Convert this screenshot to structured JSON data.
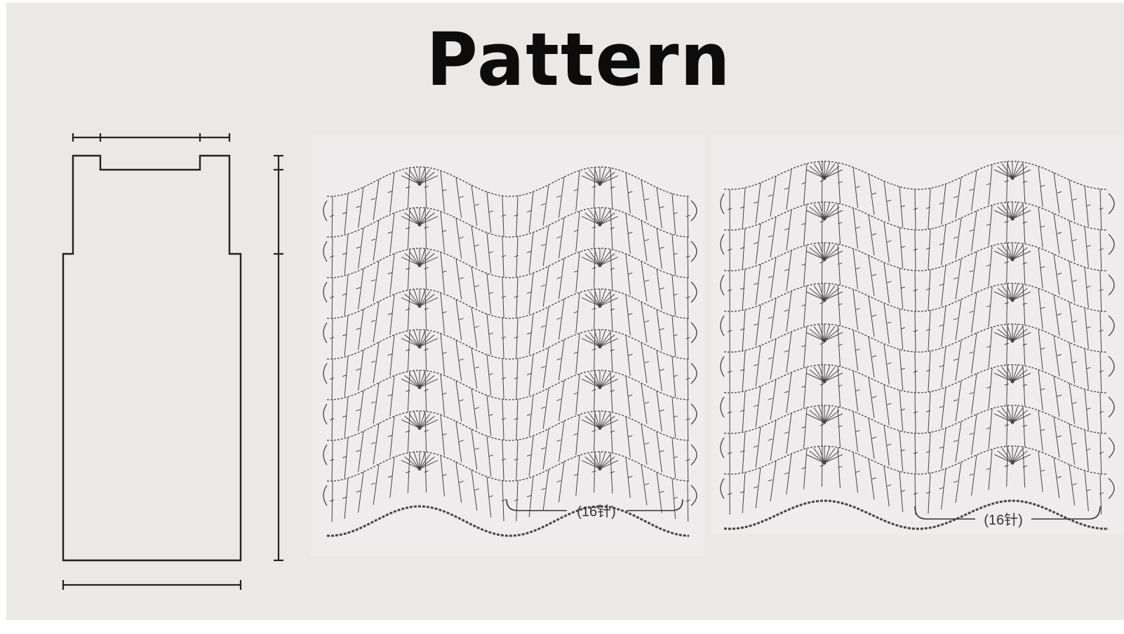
{
  "title": "Pattern",
  "charts": [
    {
      "repeat_label": "(16针)"
    },
    {
      "repeat_label": "(16针)"
    }
  ],
  "colors": {
    "background": "#ebe8e8",
    "ink": "#111111",
    "chart_ink": "#444444"
  }
}
